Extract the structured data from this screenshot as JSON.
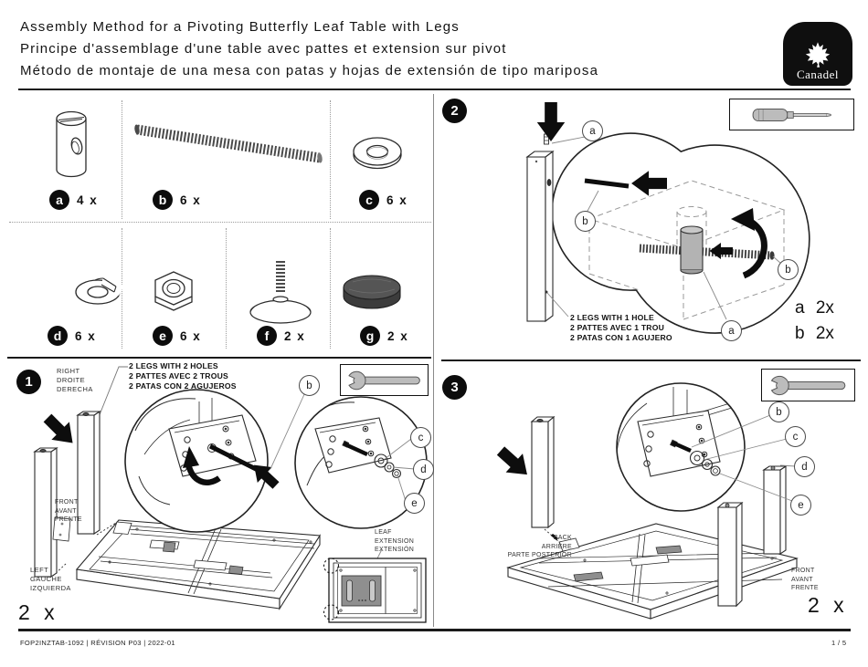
{
  "header": {
    "titles": [
      "Assembly Method for a Pivoting Butterfly Leaf Table with Legs",
      "Principe d'assemblage d'une table avec pattes et extension sur pivot",
      "Método de montaje de una mesa con patas y hojas de extensión de tipo mariposa"
    ],
    "brand": "Canadel"
  },
  "parts": {
    "items": [
      {
        "letter": "a",
        "qty": "4 x",
        "icon": "barrel-nut-icon"
      },
      {
        "letter": "b",
        "qty": "6 x",
        "icon": "threaded-rod-icon"
      },
      {
        "letter": "c",
        "qty": "6 x",
        "icon": "flat-washer-icon"
      },
      {
        "letter": "d",
        "qty": "6 x",
        "icon": "lock-washer-icon"
      },
      {
        "letter": "e",
        "qty": "6 x",
        "icon": "hex-nut-icon"
      },
      {
        "letter": "f",
        "qty": "2 x",
        "icon": "leveling-glide-icon"
      },
      {
        "letter": "g",
        "qty": "2 x",
        "icon": "felt-pad-icon"
      }
    ]
  },
  "step1": {
    "number": "1",
    "tool": "wrench",
    "side_label": [
      "RIGHT",
      "DROITE",
      "DERECHA"
    ],
    "note": [
      "2 LEGS WITH 2 HOLES",
      "2 PATTES AVEC 2 TROUS",
      "2 PATAS CON 2 AGUJEROS"
    ],
    "front_label": [
      "FRONT",
      "AVANT",
      "FRENTE"
    ],
    "left_label": [
      "LEFT",
      "GAUCHE",
      "IZQUIERDA"
    ],
    "leaf_label": [
      "LEAF",
      "EXTENSION",
      "EXTENSIÓN"
    ],
    "callout_b": "b",
    "callout_c": "c",
    "callout_d": "d",
    "callout_e": "e",
    "qty": "2 x"
  },
  "step2": {
    "number": "2",
    "tool": "screwdriver",
    "note": [
      "2 LEGS WITH 1 HOLE",
      "2 PATTES AVEC 1 TROU",
      "2 PATAS CON 1 AGUJERO"
    ],
    "callout_a": "a",
    "callout_b": "b",
    "qty_a": "a 2x",
    "qty_b": "b 2x"
  },
  "step3": {
    "number": "3",
    "tool": "wrench",
    "back_label": [
      "BACK",
      "ARRIÈRE",
      "PARTE POSTERIOR"
    ],
    "front_label": [
      "FRONT",
      "AVANT",
      "FRENTE"
    ],
    "callout_b": "b",
    "callout_c": "c",
    "callout_d": "d",
    "callout_e": "e",
    "qty": "2 x"
  },
  "footer": {
    "doc": "FOP2INZTAB-1092  |  RÉVISION P03  |  2022-01",
    "page": "1 / 5"
  },
  "icons": [
    "maple-leaf-icon",
    "wrench-icon",
    "screwdriver-icon"
  ],
  "colors": {
    "ink": "#111111",
    "line": "#2b2b2b",
    "tool_gray": "#bcbcbc",
    "part_dark": "#4a4a4a"
  }
}
